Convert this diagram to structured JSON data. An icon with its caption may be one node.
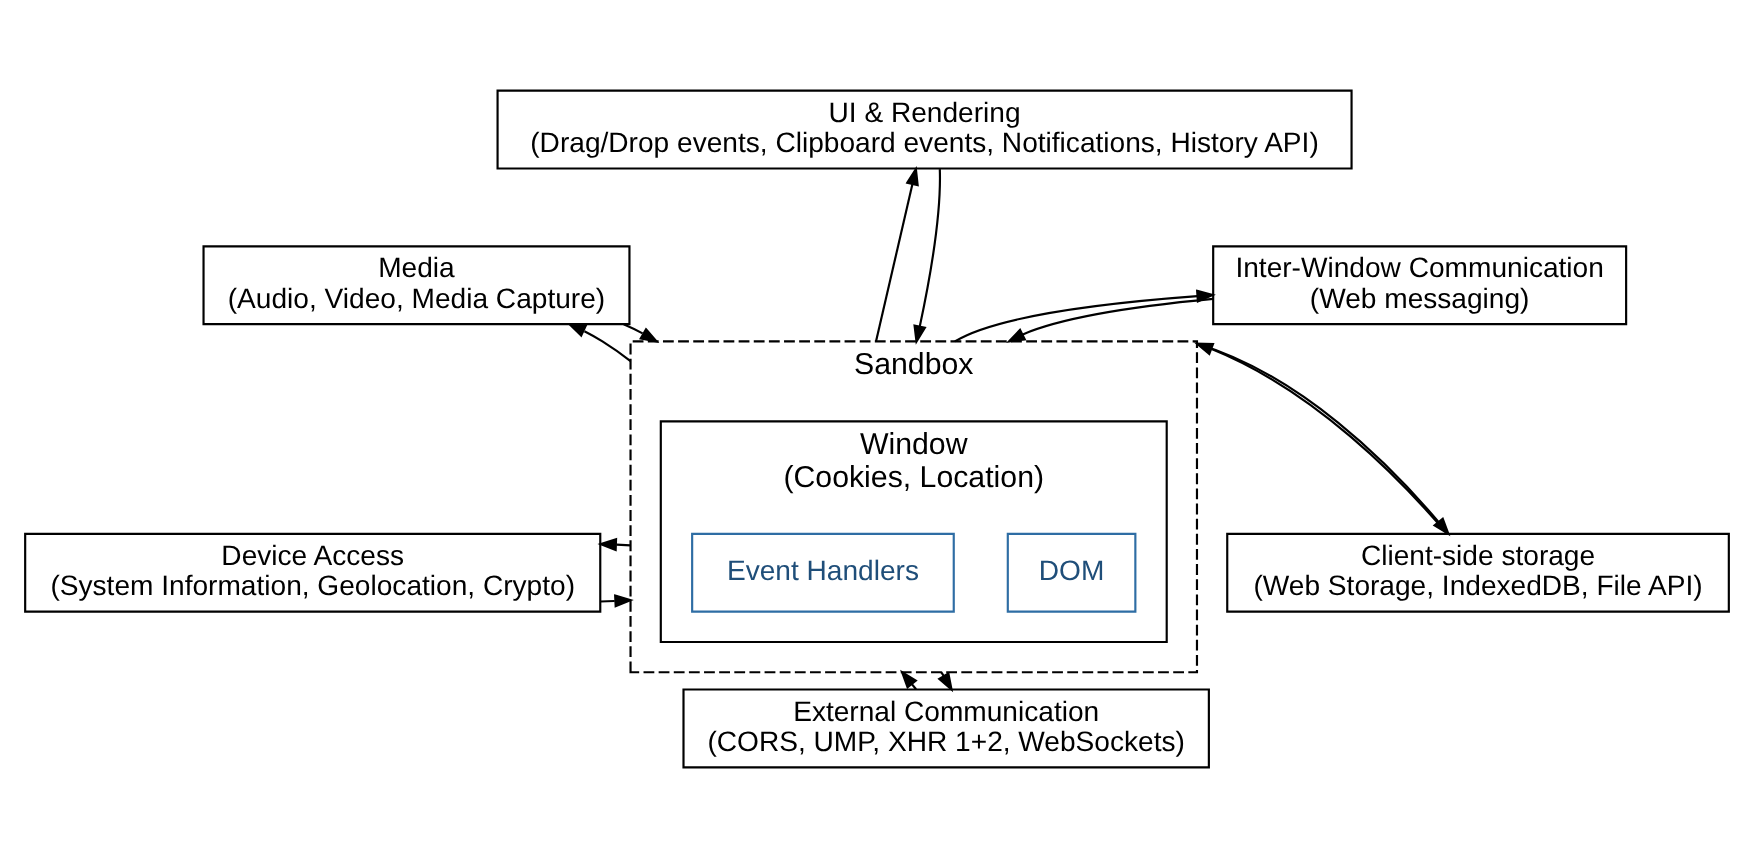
{
  "diagram": {
    "nodes": [
      {
        "text": [
          "UI & Rendering",
          "(Drag/Drop events, Clipboard events, Notifications, History API)"
        ]
      },
      {
        "text": [
          "Media",
          "(Audio, Video, Media Capture)"
        ]
      },
      {
        "text": [
          "Device Access",
          "(System Information, Geolocation, Crypto)"
        ]
      },
      {
        "text": [
          "Sandbox"
        ]
      },
      {
        "text": [
          "Window",
          "(Cookies, Location)"
        ],
        "in": 3
      },
      {
        "text": [
          "Event Handlers"
        ],
        "in": 4
      },
      {
        "text": [
          "DOM"
        ],
        "in": 4
      },
      {
        "text": [
          "Inter-Window Communication",
          "(Web messaging)"
        ]
      },
      {
        "text": [
          "Client-side storage",
          "(Web Storage, IndexedDB, File API)"
        ]
      },
      {
        "text": [
          "External Communication",
          "(CORS, UMP, XHR 1+2, WebSockets)"
        ]
      }
    ],
    "edges": [
      {
        "from": 3,
        "to": 0,
        "arrow": "to"
      },
      {
        "from": 0,
        "to": 3,
        "arrow": "to"
      },
      {
        "from": 1,
        "to": 3,
        "arrow": "to"
      },
      {
        "from": 3,
        "to": 1,
        "arrow": "to"
      },
      {
        "from": 2,
        "to": 3,
        "arrow": "to"
      },
      {
        "from": 3,
        "to": 2,
        "arrow": "to"
      },
      {
        "from": 3,
        "to": 7,
        "arrow": "to"
      },
      {
        "from": 7,
        "to": 3,
        "arrow": "to"
      },
      {
        "from": 3,
        "to": 8,
        "arrow": "to"
      },
      {
        "from": 8,
        "to": 3,
        "arrow": "to"
      },
      {
        "from": 9,
        "to": 3,
        "arrow": "to"
      },
      {
        "from": 3,
        "to": 9,
        "arrow": "to"
      }
    ]
  }
}
